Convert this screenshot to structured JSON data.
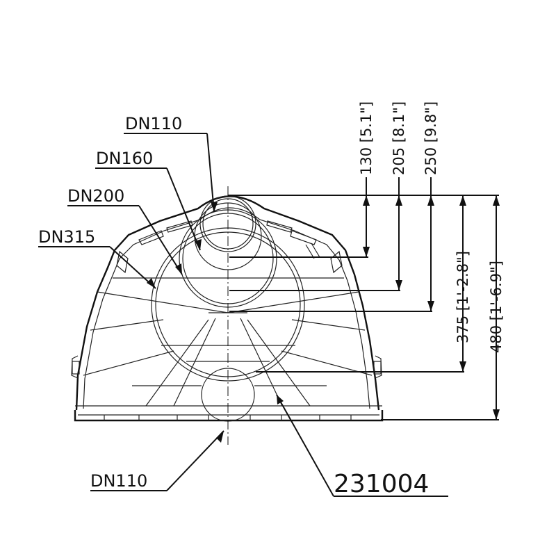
{
  "labels": {
    "top_inlet": "DN110",
    "dn160": "DN160",
    "dn200": "DN200",
    "dn315": "DN315",
    "bottom_outlet": "DN110",
    "part_number": "231004"
  },
  "dimensions": {
    "d130": "130 [5.1\"]",
    "d205": "205 [8.1\"]",
    "d250": "250 [9.8\"]",
    "d375": "375 [1'-2.8\"]",
    "d480": "480 [1'-6.9\"]"
  },
  "colors": {
    "line": "#111111",
    "background": "#ffffff"
  }
}
